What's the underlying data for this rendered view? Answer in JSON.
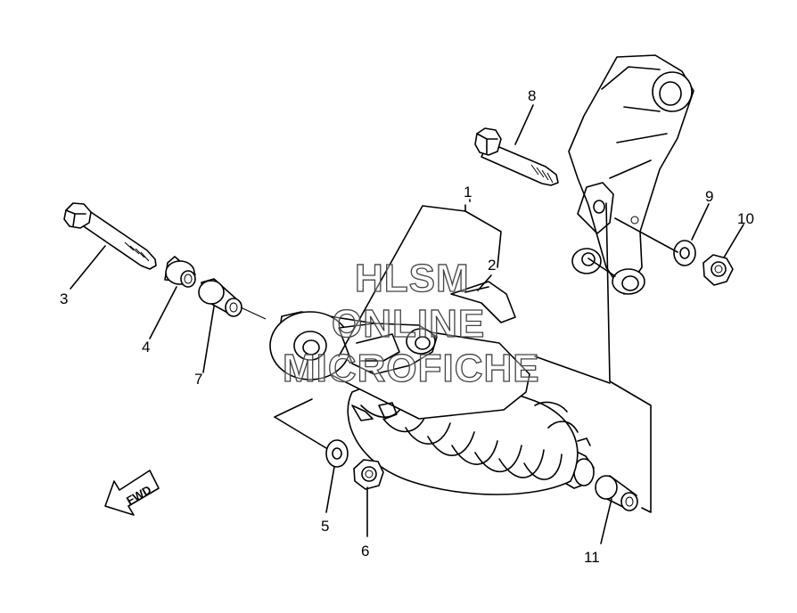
{
  "callouts": {
    "c1": "1",
    "c2": "2",
    "c3": "3",
    "c4": "4",
    "c5": "5",
    "c6": "6",
    "c7": "7",
    "c8": "8",
    "c9": "9",
    "c10": "10",
    "c11": "11"
  },
  "watermark": {
    "line1": "HLSM",
    "line2": "ONLINE",
    "line3": "MICROFICHE"
  },
  "direction_arrow": {
    "label": "FWD",
    "icon": "fwd-arrow-icon"
  }
}
